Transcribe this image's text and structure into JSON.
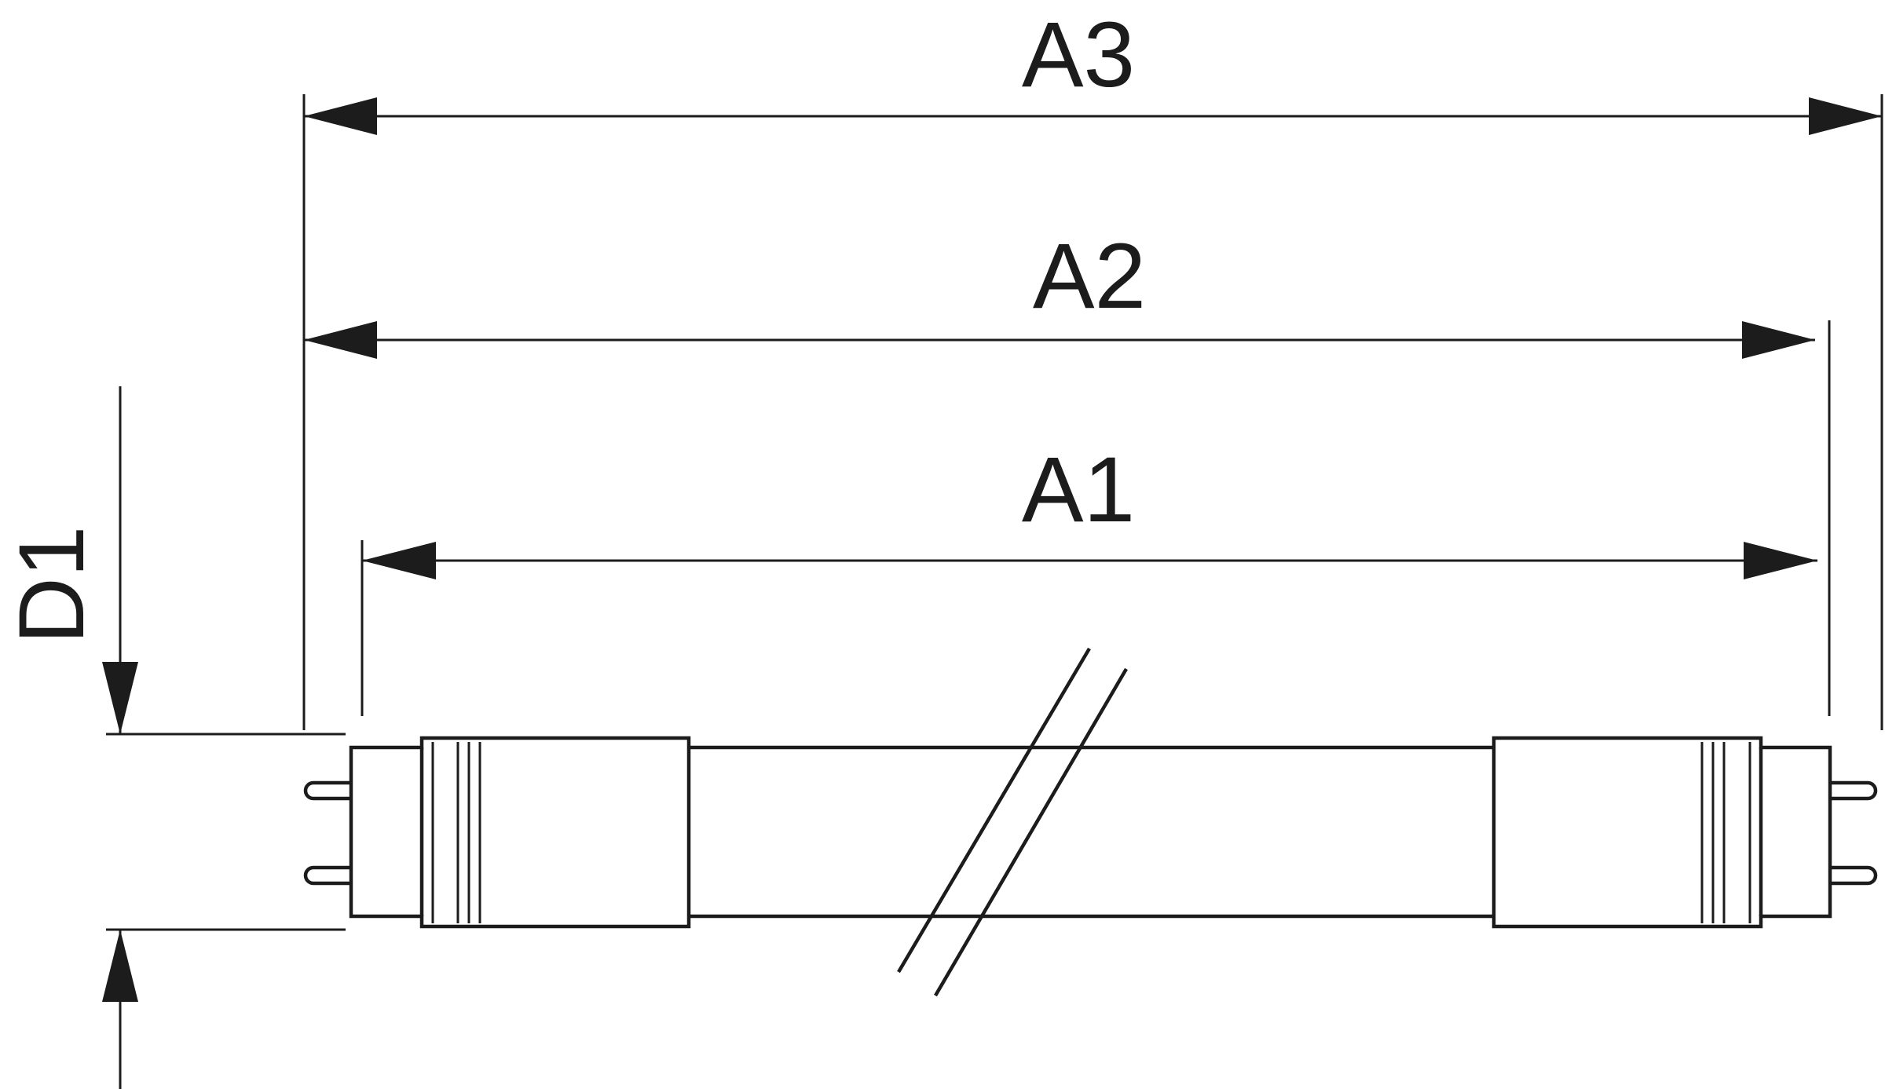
{
  "diagram": {
    "labels": {
      "a3": "A3",
      "a2": "A2",
      "a1": "A1",
      "d1": "D1"
    },
    "colors": {
      "ink": "#1c1c1c",
      "background": "#ffffff"
    }
  }
}
